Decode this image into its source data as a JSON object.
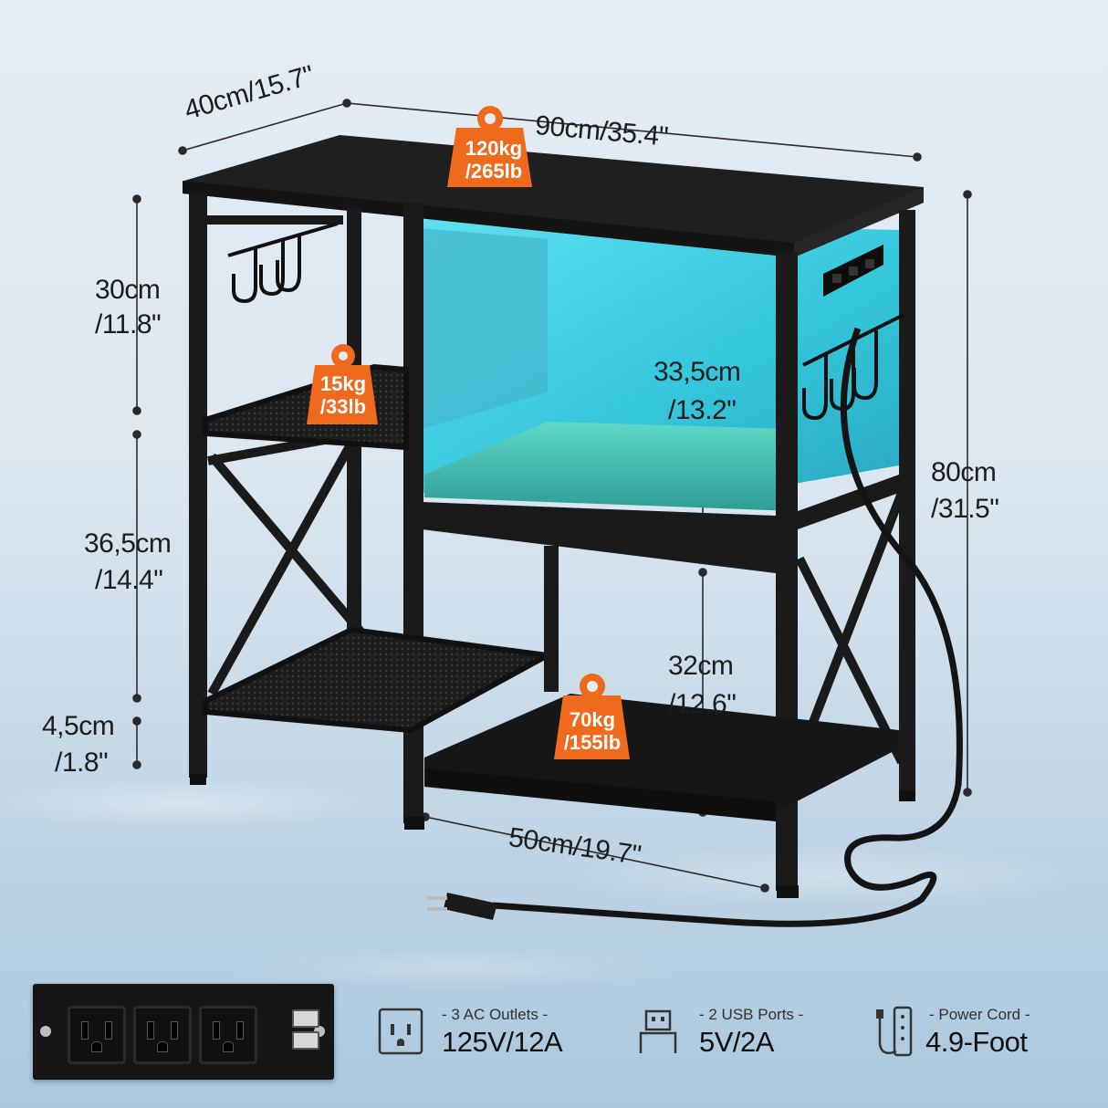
{
  "dimensions": {
    "depth": "40cm/15.7\"",
    "width": "90cm/35.4\"",
    "top_section_cm": "30cm",
    "top_section_in": "/11.8\"",
    "middle_section_cm": "36,5cm",
    "middle_section_in": "/14.4\"",
    "foot_cm": "4,5cm",
    "foot_in": "/1.8\"",
    "cabinet_cm": "33,5cm",
    "cabinet_in": "/13.2\"",
    "lower_cm": "32cm",
    "lower_in": "/12.6\"",
    "height_cm": "80cm",
    "height_in": "/31.5\"",
    "lower_width": "50cm/19.7\""
  },
  "load_tags": {
    "top_line1": "120kg",
    "top_line2": "/265lb",
    "shelf_line1": "15kg",
    "shelf_line2": "/33lb",
    "bottom_line1": "70kg",
    "bottom_line2": "/155lb",
    "color": "#f06a1e"
  },
  "specs": [
    {
      "icon": "ac-outlet-icon",
      "caption": "- 3 AC Outlets -",
      "value": "125V/12A"
    },
    {
      "icon": "usb-port-icon",
      "caption": "- 2 USB Ports -",
      "value": "5V/2A"
    },
    {
      "icon": "power-strip-icon",
      "caption": "- Power Cord -",
      "value": "4.9-Foot"
    }
  ],
  "colors": {
    "frame": "#1a1a1a",
    "led_glow": "#3fd6e6",
    "tag_orange": "#f06a1e"
  }
}
